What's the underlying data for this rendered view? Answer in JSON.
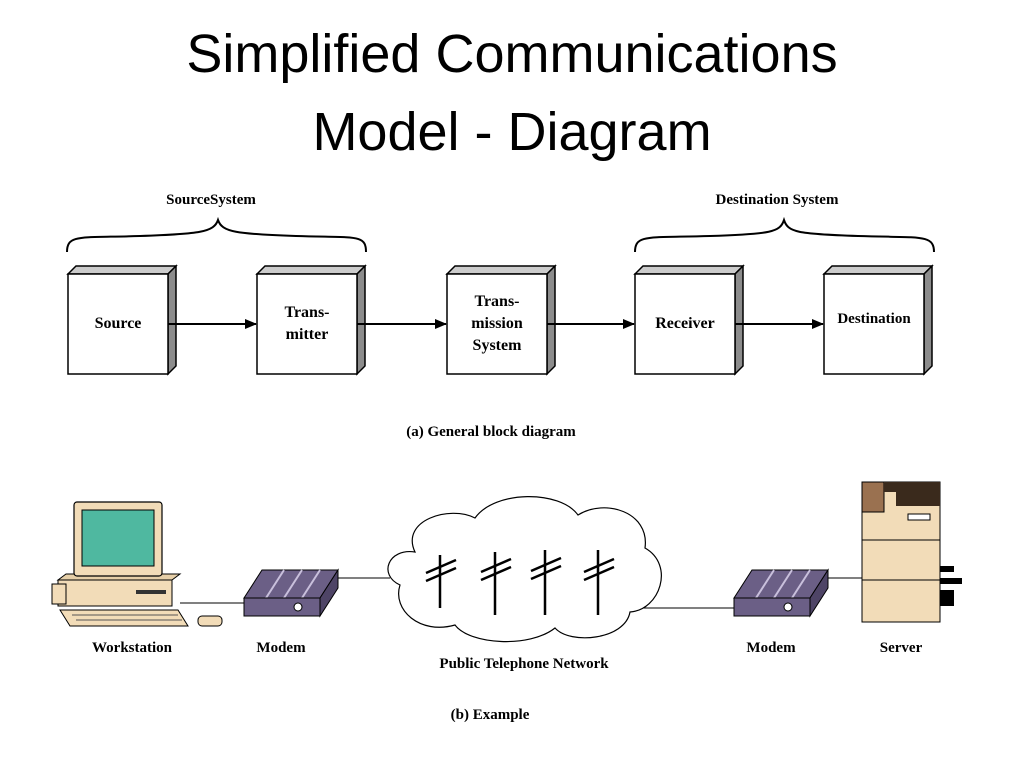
{
  "slide": {
    "title_line1": "Simplified Communications",
    "title_line2": "Model - Diagram"
  },
  "diagram_a": {
    "source_system_label": "SourceSystem",
    "destination_system_label": "Destination System",
    "blocks": [
      {
        "id": "source",
        "label": "Source"
      },
      {
        "id": "transmitter",
        "label": "Trans-\nmitter"
      },
      {
        "id": "transmission-system",
        "label": "Trans-\nmission\nSystem"
      },
      {
        "id": "receiver",
        "label": "Receiver"
      },
      {
        "id": "destination",
        "label": "Destination"
      }
    ],
    "caption": "(a) General block diagram"
  },
  "diagram_b": {
    "workstation_label": "Workstation",
    "modem_left_label": "Modem",
    "network_label": "Public Telephone Network",
    "modem_right_label": "Modem",
    "server_label": "Server",
    "caption": "(b) Example"
  },
  "colors": {
    "monitor_screen": "#4fb8a0",
    "device_beige": "#f2dcb8",
    "modem_purple": "#6b5f86",
    "server_brown": "#9a7150"
  }
}
